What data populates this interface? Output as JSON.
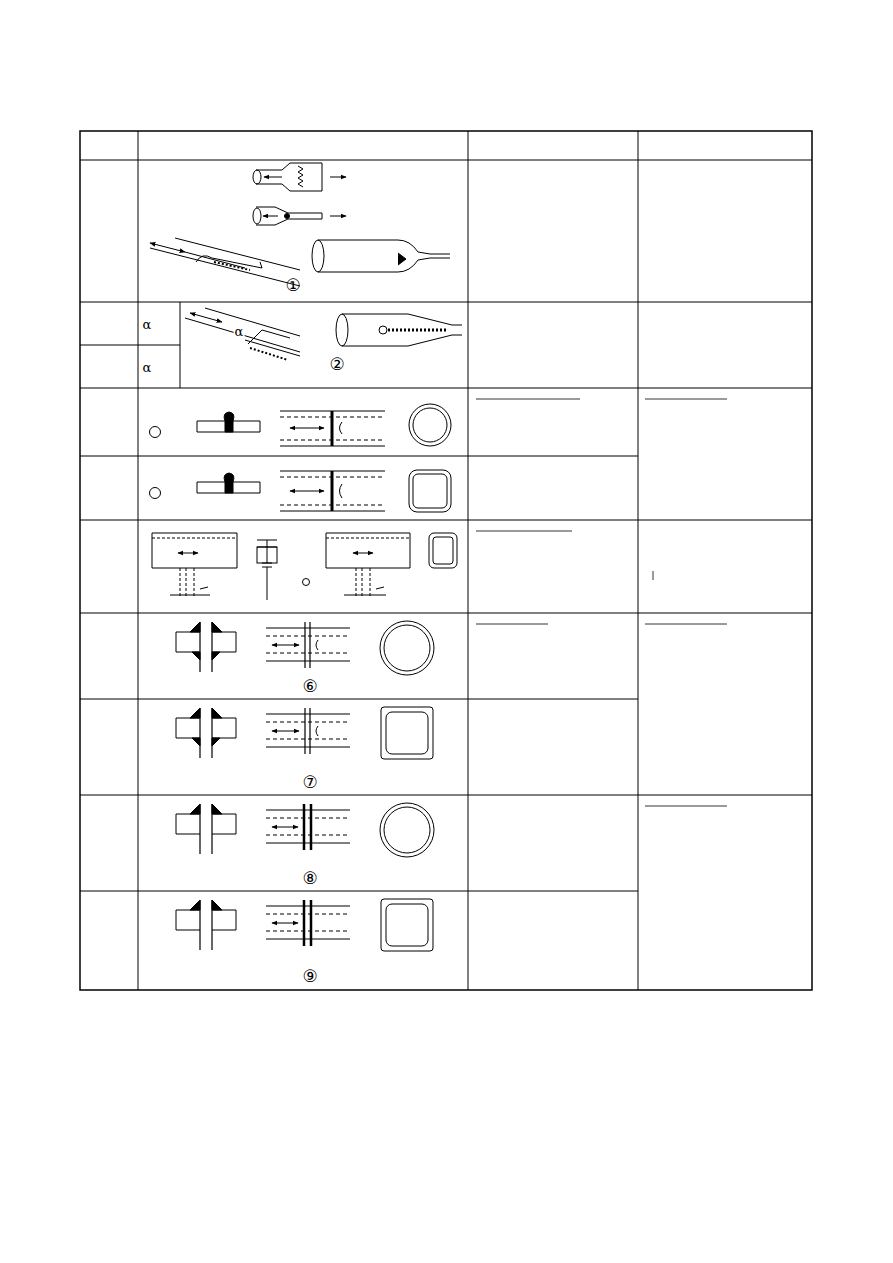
{
  "diagram": {
    "labels": [
      "①",
      "α",
      "α",
      "②",
      "α",
      "⑥",
      "⑦",
      "⑧",
      "⑨"
    ]
  }
}
